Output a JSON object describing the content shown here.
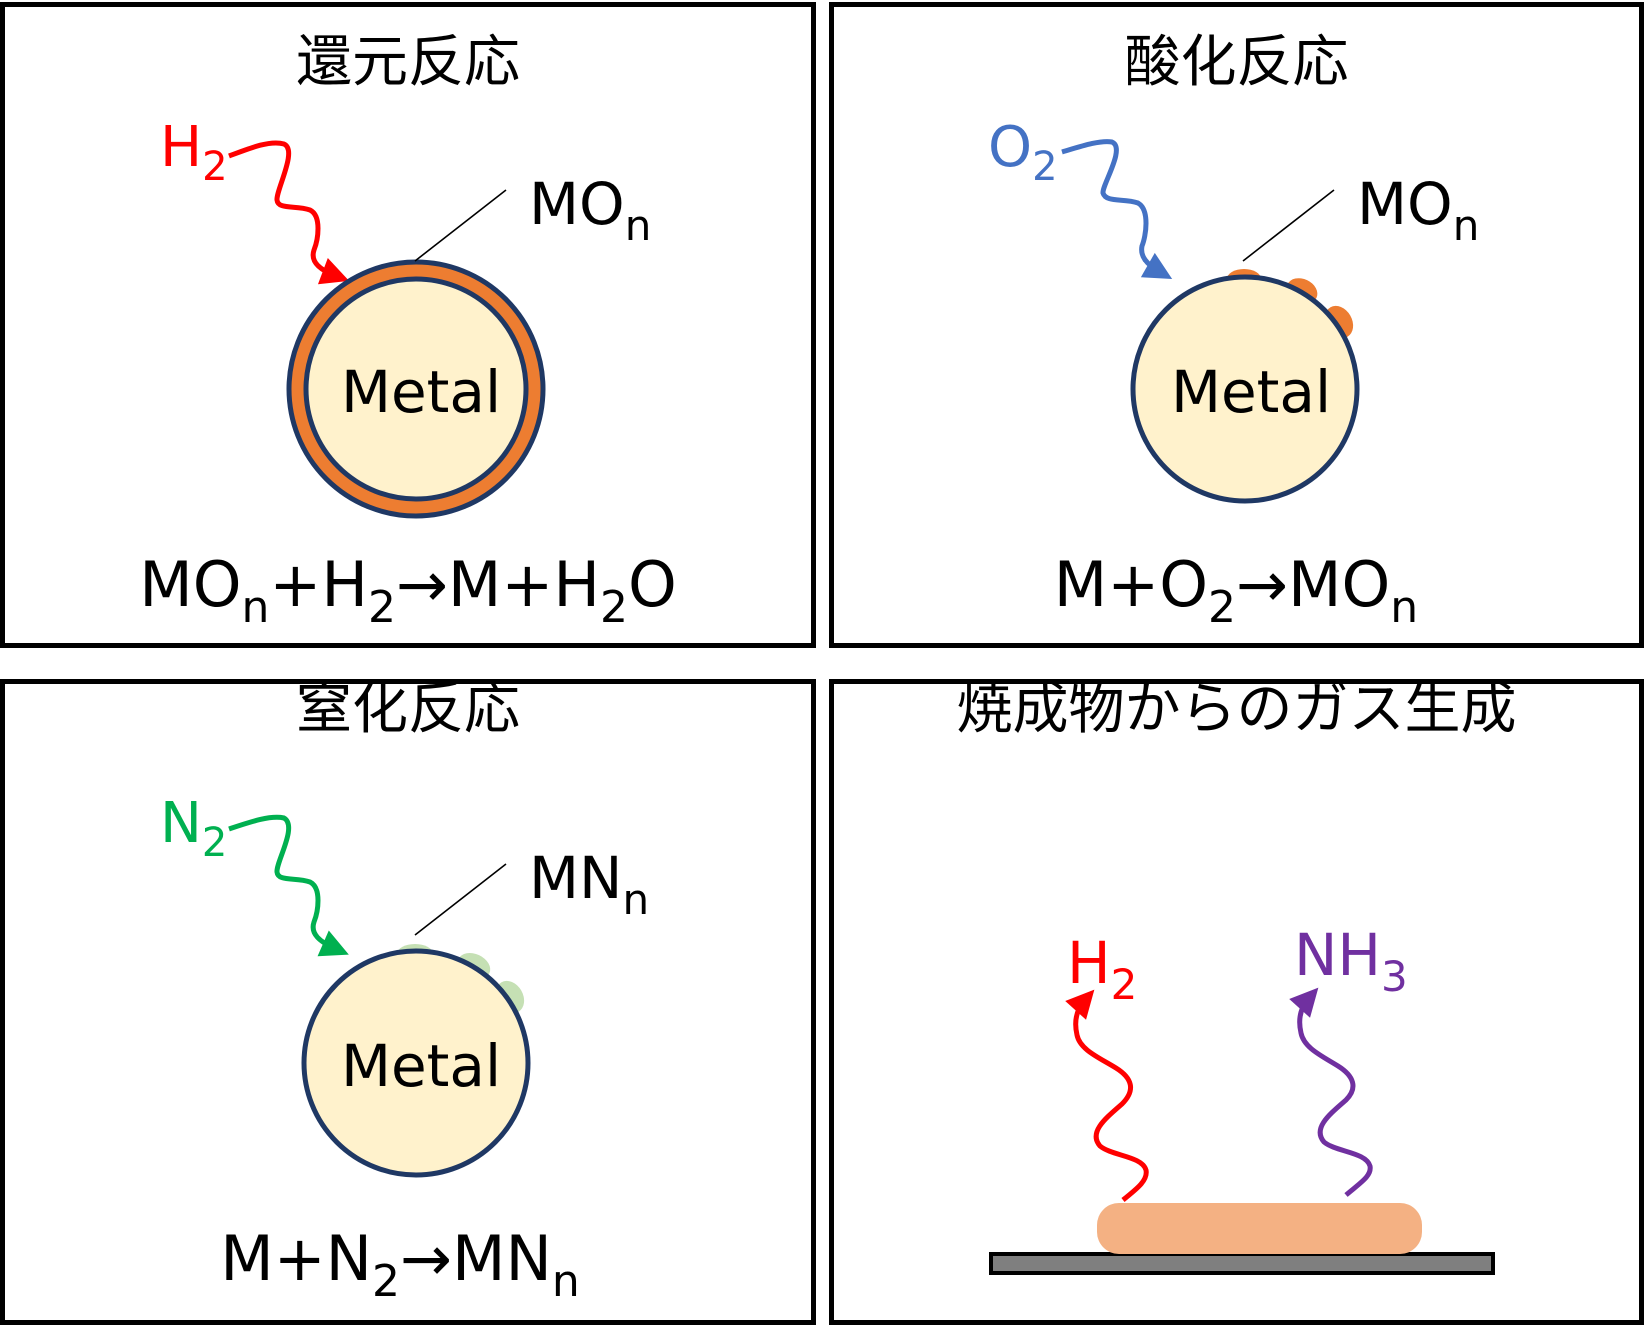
{
  "colors": {
    "metal_fill": "#FFF2CC",
    "metal_stroke": "#1F3864",
    "oxide": "#ED7D31",
    "nitride": "#C5E0B4",
    "hydrogen": "#FF0000",
    "oxygen": "#4472C4",
    "nitrogen": "#00B050",
    "ammonia": "#7030A0",
    "sintered_body": "#F4B183",
    "plate": "#7F7F7F"
  },
  "panels": [
    {
      "id": "reduction",
      "title": "還元反応",
      "gas": {
        "base": "H",
        "sub": "2"
      },
      "particle_label": "Metal",
      "layer_label": {
        "base": "MO",
        "sub": "n"
      },
      "equation": [
        {
          "t": "MO"
        },
        {
          "s": "n"
        },
        {
          "t": "+H"
        },
        {
          "s": "2"
        },
        {
          "t": "→M+H"
        },
        {
          "s": "2"
        },
        {
          "t": "O"
        }
      ]
    },
    {
      "id": "oxidation",
      "title": "酸化反応",
      "gas": {
        "base": "O",
        "sub": "2"
      },
      "particle_label": "Metal",
      "layer_label": {
        "base": "MO",
        "sub": "n"
      },
      "equation": [
        {
          "t": "M+O"
        },
        {
          "s": "2"
        },
        {
          "t": "→MO"
        },
        {
          "s": "n"
        }
      ]
    },
    {
      "id": "nitridation",
      "title": "窒化反応",
      "gas": {
        "base": "N",
        "sub": "2"
      },
      "particle_label": "Metal",
      "layer_label": {
        "base": "MN",
        "sub": "n"
      },
      "equation": [
        {
          "t": "M+N"
        },
        {
          "s": "2"
        },
        {
          "t": "→MN"
        },
        {
          "s": "n"
        }
      ]
    },
    {
      "id": "gas-generation",
      "title": "焼成物からのガス生成",
      "gases": [
        {
          "base": "H",
          "sub": "2"
        },
        {
          "base": "NH",
          "sub": "3"
        }
      ]
    }
  ]
}
